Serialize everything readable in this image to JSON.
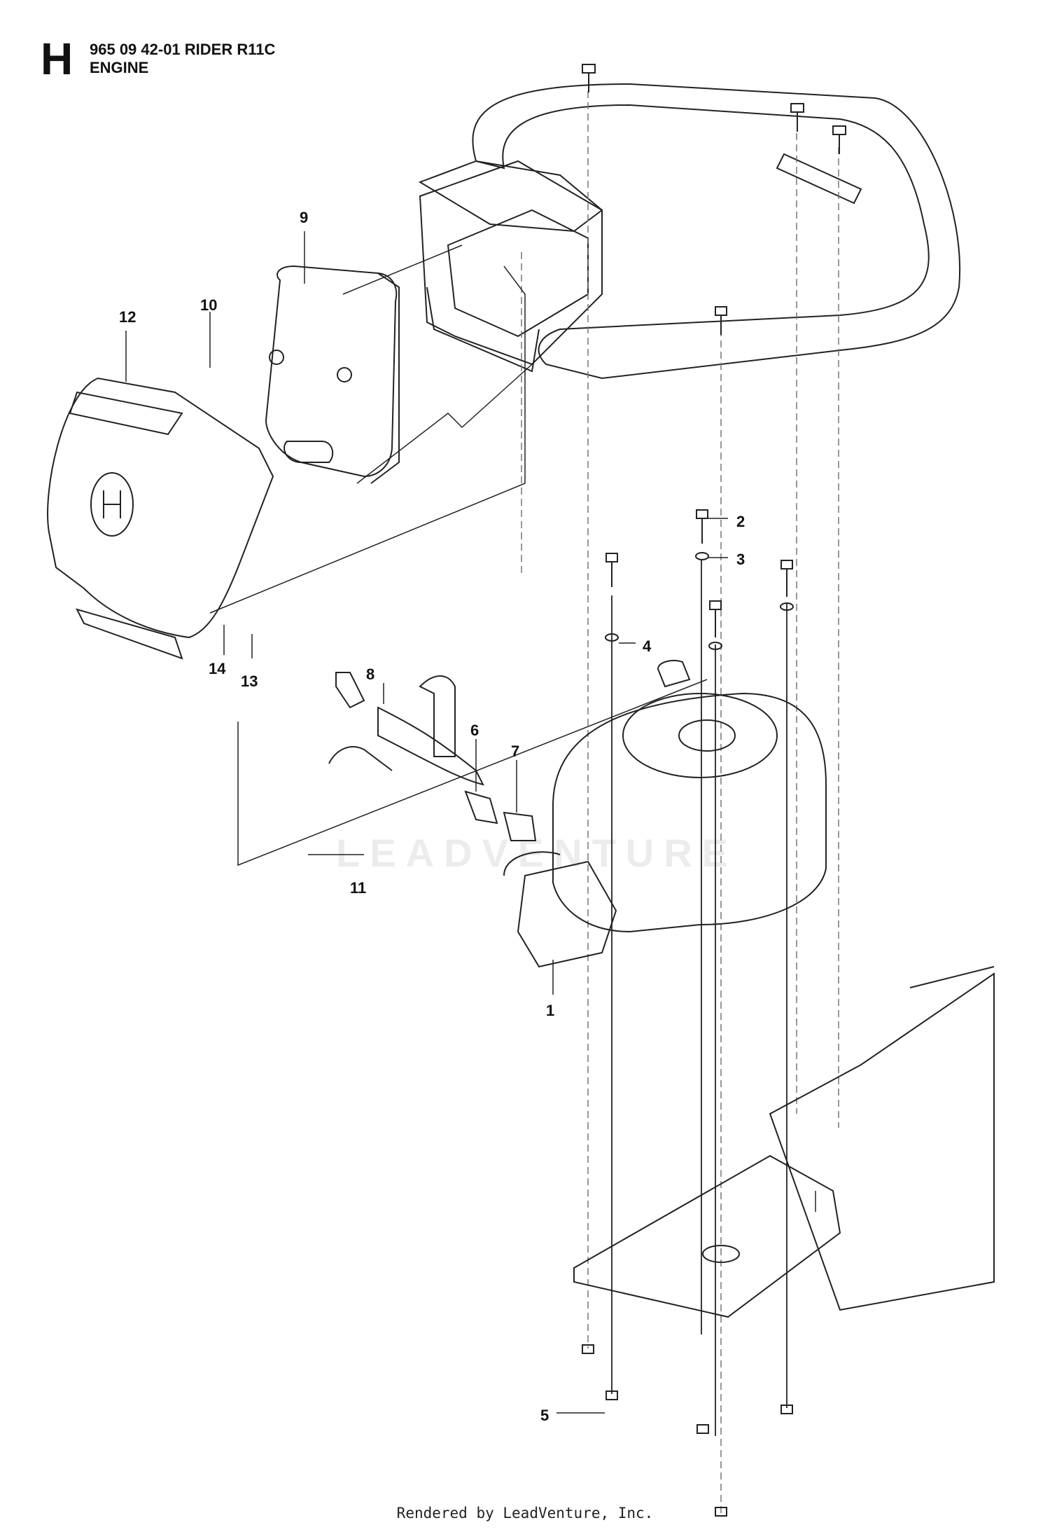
{
  "header": {
    "section_letter": "H",
    "part_number_title": "965 09 42-01 RIDER R11C",
    "subtitle": "ENGINE"
  },
  "callouts": [
    "1",
    "2",
    "3",
    "4",
    "5",
    "6",
    "7",
    "8",
    "9",
    "10",
    "11",
    "12",
    "13",
    "14"
  ],
  "watermark": "LEADVENTURE",
  "footer": "Rendered by LeadVenture, Inc."
}
